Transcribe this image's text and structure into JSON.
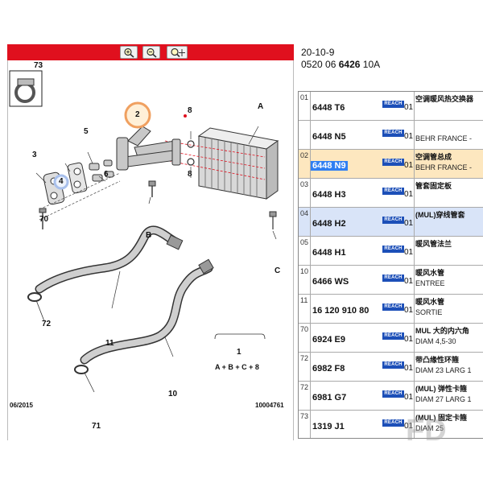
{
  "toolbar": {
    "buttons": [
      {
        "name": "zoom-in",
        "icon": "zoom-in-icon"
      },
      {
        "name": "zoom-out",
        "icon": "zoom-out-icon"
      },
      {
        "name": "zoom-pan",
        "icon": "zoom-pan-icon"
      }
    ]
  },
  "diagram": {
    "callouts": {
      "c73": "73",
      "c2": "2",
      "cA": "A",
      "c8a": "8",
      "c4": "4",
      "c5": "5",
      "c3": "3",
      "c6": "6",
      "cB": "B",
      "c8b": "8",
      "c70": "70",
      "cC": "C",
      "c11": "11",
      "c72": "72",
      "c1": "1",
      "formula": "A + B + C + 8",
      "c10": "10",
      "c71": "71"
    },
    "footer_date": "06/2015",
    "footer_id": "10004761",
    "colors": {
      "toolbar": "#e0101e",
      "callout_ring": "#f0a060",
      "callout_ring_blue": "#a8c0ec",
      "dot": "#e0101e"
    }
  },
  "parts": {
    "header_date": "20-10-9",
    "header_ref_prefix": "0520 06",
    "header_ref_bold": "6426",
    "header_ref_suffix": "10A",
    "reach_label": "REACH",
    "rows": [
      {
        "index": "01",
        "ref": "6448 T6",
        "qty": "01",
        "name": "空调暖风热交换器",
        "desc": ""
      },
      {
        "index": "",
        "ref": "6448 N5",
        "qty": "01",
        "name": "",
        "desc": "BEHR FRANCE -"
      },
      {
        "index": "02",
        "ref": "6448 N9",
        "qty": "01",
        "name": "空调管总成",
        "desc": "BEHR FRANCE -"
      },
      {
        "index": "03",
        "ref": "6448 H3",
        "qty": "01",
        "name": "管套固定板",
        "desc": ""
      },
      {
        "index": "04",
        "ref": "6448 H2",
        "qty": "01",
        "name": "(MUL)穿线管套",
        "desc": ""
      },
      {
        "index": "05",
        "ref": "6448 H1",
        "qty": "01",
        "name": "暖风管法兰",
        "desc": ""
      },
      {
        "index": "10",
        "ref": "6466 WS",
        "qty": "01",
        "name": "暖风水管",
        "desc": "ENTREE"
      },
      {
        "index": "11",
        "ref": "16 120 910 80",
        "qty": "01",
        "name": "暖风水管",
        "desc": "SORTIE"
      },
      {
        "index": "70",
        "ref": "6924 E9",
        "qty": "01",
        "name": "MUL 大的内六角",
        "desc": "DIAM 4,5-30"
      },
      {
        "index": "72",
        "ref": "6982 F8",
        "qty": "01",
        "name": "带凸缘性环箍",
        "desc": "DIAM 23 LARG 1"
      },
      {
        "index": "72",
        "ref": "6981 G7",
        "qty": "01",
        "name": "(MUL) 弹性卡箍",
        "desc": "DIAM 27 LARG 1"
      },
      {
        "index": "73",
        "ref": "1319 J1",
        "qty": "01",
        "name": "(MUL) 固定卡箍",
        "desc": "DIAM 25"
      }
    ],
    "watermark": "FD"
  }
}
